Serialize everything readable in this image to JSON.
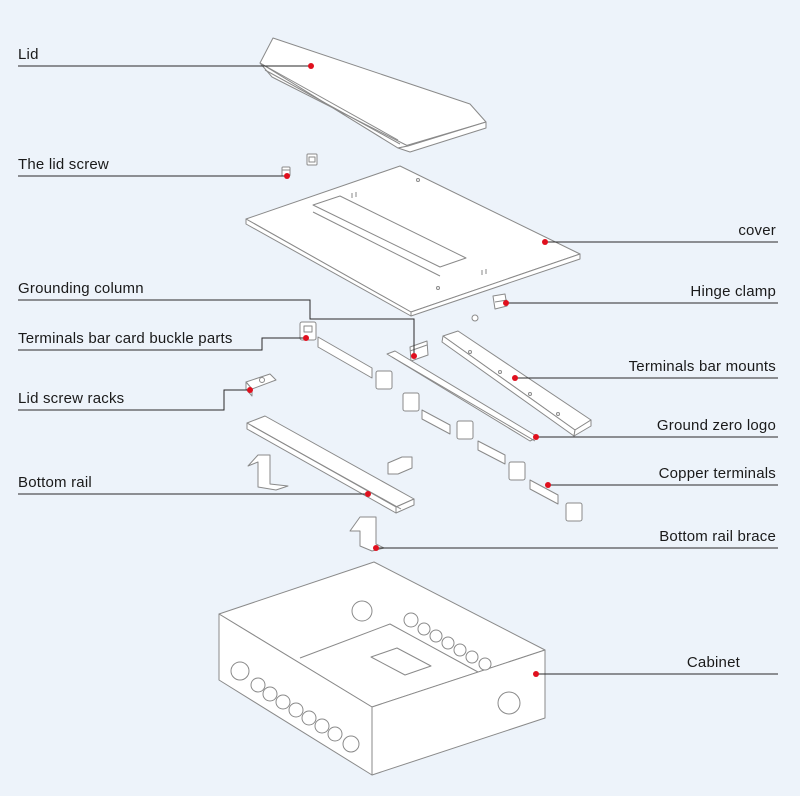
{
  "labels": {
    "lid": "Lid",
    "lid_screw": "The lid screw",
    "cover": "cover",
    "grounding_column": "Grounding column",
    "hinge_clamp": "Hinge clamp",
    "terminals_bar_card_buckle_parts": "Terminals bar card buckle parts",
    "terminals_bar_mounts": "Terminals bar mounts",
    "lid_screw_racks": "Lid screw racks",
    "ground_zero_logo": "Ground zero logo",
    "copper_terminals": "Copper terminals",
    "bottom_rail": "Bottom rail",
    "bottom_rail_brace": "Bottom rail brace",
    "cabinet": "Cabinet"
  },
  "colors": {
    "background": "#edf3fa",
    "line": "#8a8a8a",
    "leader": "#2a2a2a",
    "marker": "#e0101e",
    "part_fill": "#ffffff"
  }
}
